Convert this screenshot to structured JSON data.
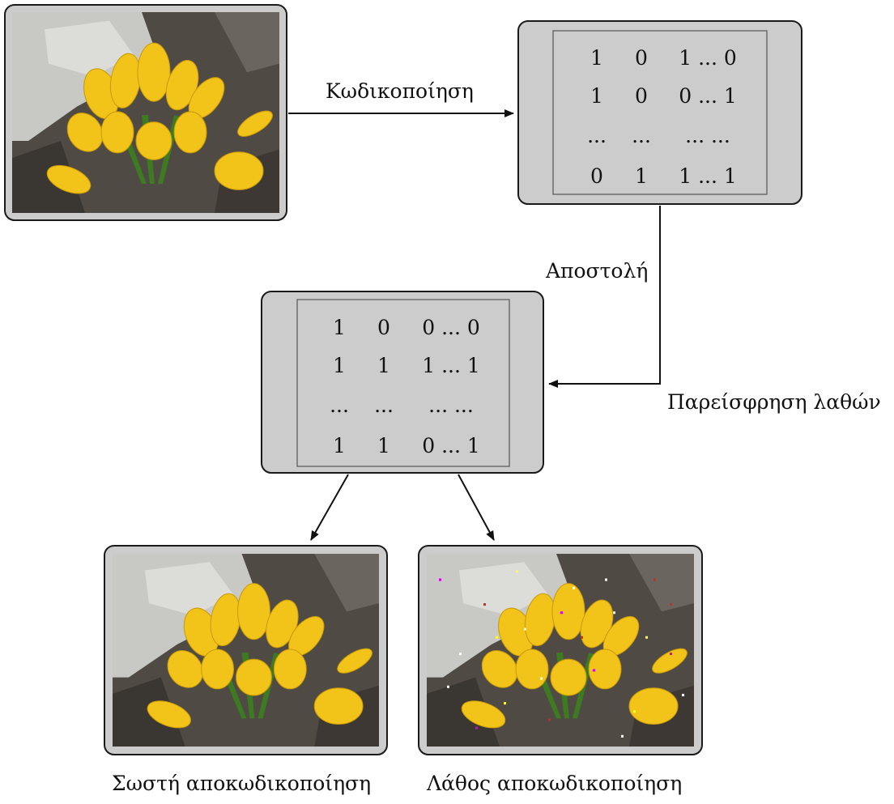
{
  "labels": {
    "encode": "Κωδικοποίηση",
    "send": "Αποστολή",
    "errors": "Παρείσφρηση λαθών",
    "correct": "Σωστή αποκωδικοποίηση",
    "wrong": "Λάθος αποκωδικοποίηση"
  },
  "matrix_sent": [
    [
      "1",
      "0",
      "1 ... 0"
    ],
    [
      "1",
      "0",
      "0 ... 1"
    ],
    [
      "...",
      "...",
      "... ..."
    ],
    [
      "0",
      "1",
      "1 ... 1"
    ]
  ],
  "matrix_received": [
    [
      "1",
      "0",
      "0 ... 0"
    ],
    [
      "1",
      "1",
      "1 ... 1"
    ],
    [
      "...",
      "...",
      "... ..."
    ],
    [
      "1",
      "1",
      "0 ... 1"
    ]
  ],
  "colors": {
    "flower": "#f2c318",
    "frame_fill": "#cccccc",
    "frame_stroke": "#1a1a1a",
    "rock": "#c8c8c4"
  },
  "images": [
    {
      "name": "original-image",
      "depicts": "yellow crocus flowers on rocks"
    },
    {
      "name": "correct-decoded-image",
      "depicts": "yellow crocus flowers on rocks"
    },
    {
      "name": "wrong-decoded-image",
      "depicts": "pixelated noisy yellow crocus flowers"
    }
  ]
}
